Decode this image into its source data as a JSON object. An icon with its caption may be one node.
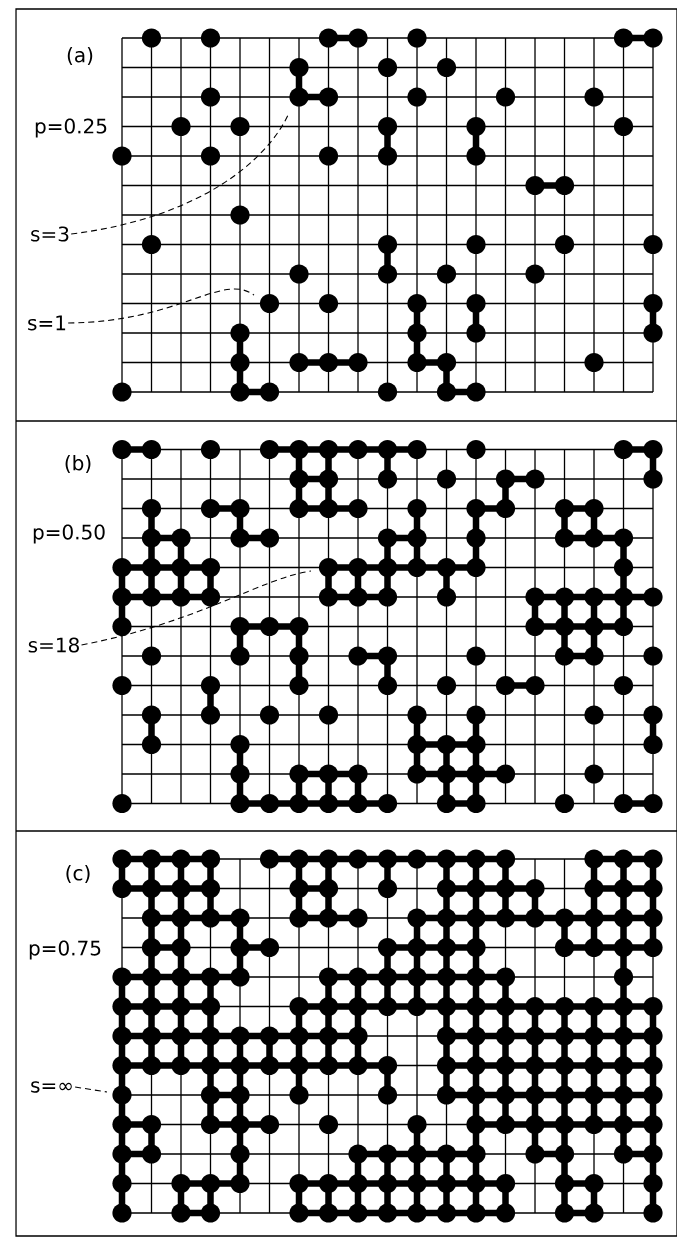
{
  "diagram": {
    "nodes": [
      {
        "text": [
          "s=3"
        ]
      },
      {
        "text": [
          "s=1"
        ]
      },
      {
        "text": [
          "s=18"
        ]
      },
      {
        "text": [
          "s=∞"
        ]
      }
    ],
    "edges": [
      {
        "from": 0,
        "to": null,
        "arrow": "none",
        "style": "dashed"
      },
      {
        "from": 1,
        "to": null,
        "arrow": "none",
        "style": "dashed"
      },
      {
        "from": 2,
        "to": null,
        "arrow": "none",
        "style": "dashed"
      },
      {
        "from": 3,
        "to": null,
        "arrow": "none",
        "style": "dashed"
      }
    ],
    "labels": [
      "(a)",
      "p=0.25",
      "(b)",
      "p=0.50",
      "(c)",
      "p=0.75"
    ]
  }
}
